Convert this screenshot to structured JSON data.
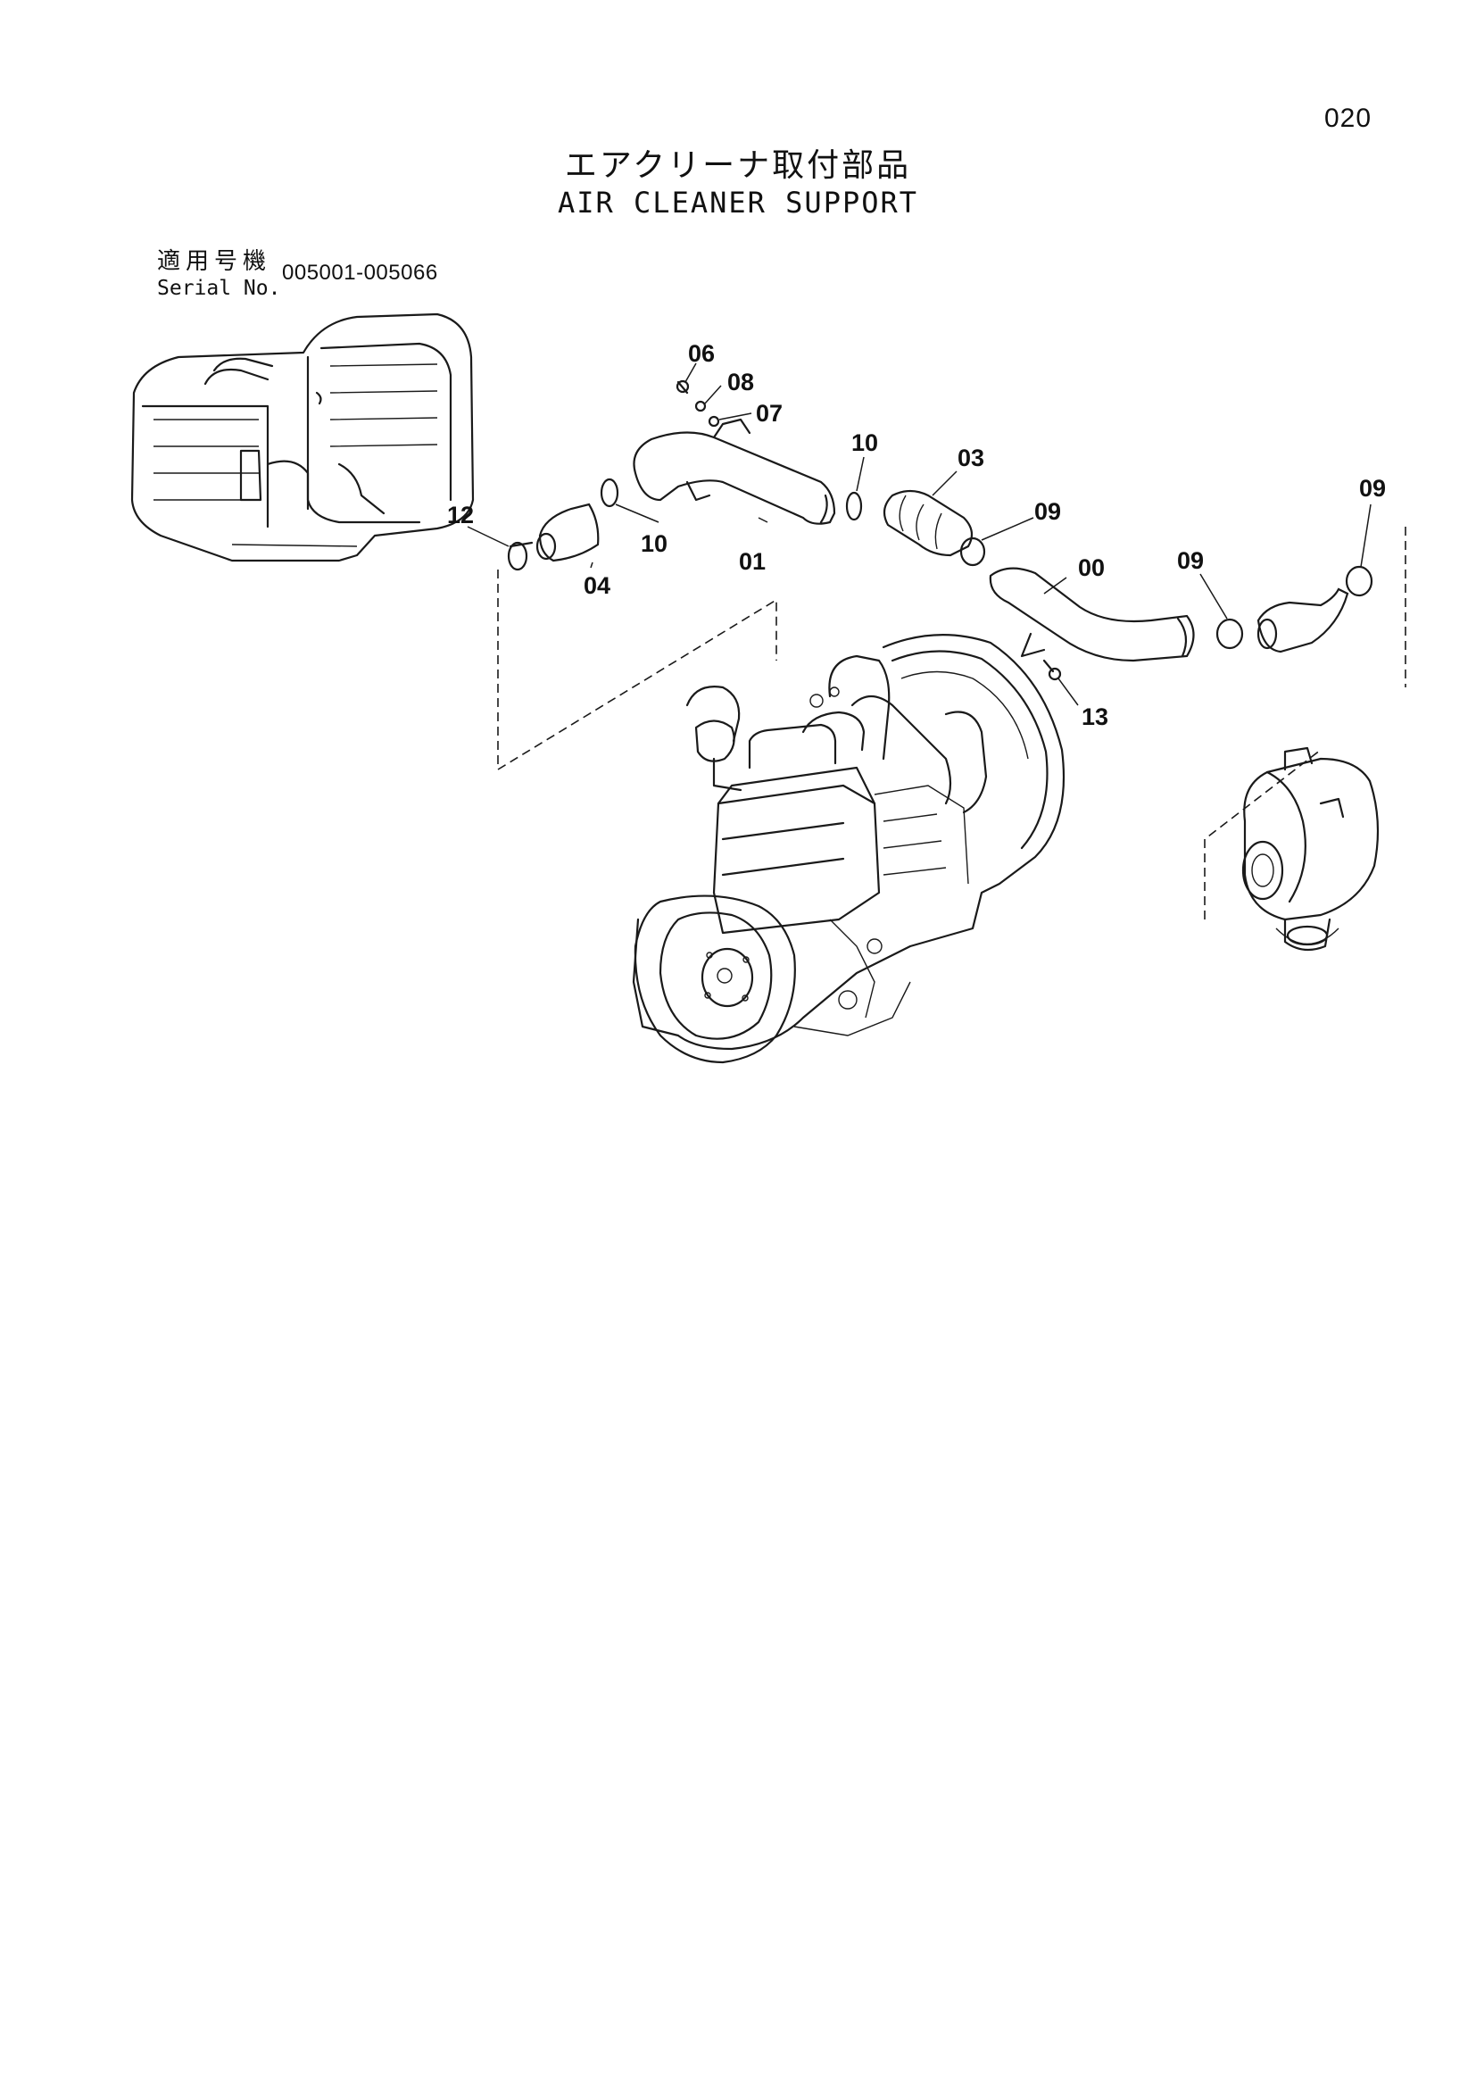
{
  "page": {
    "number": "020",
    "title_jp": "エアクリーナ取付部品",
    "title_en": "AIR CLEANER SUPPORT",
    "serial_label_jp": "適用号機",
    "serial_label_en": "Serial No.",
    "serial_range": "005001-005066"
  },
  "callouts": {
    "c00": "00",
    "c01": "01",
    "c03": "03",
    "c04": "04",
    "c06": "06",
    "c07": "07",
    "c08": "08",
    "c09a": "09",
    "c09b": "09",
    "c09c": "09",
    "c10a": "10",
    "c10b": "10",
    "c12": "12",
    "c13": "13"
  },
  "colors": {
    "ink": "#1a1a1a",
    "paper": "#ffffff"
  }
}
